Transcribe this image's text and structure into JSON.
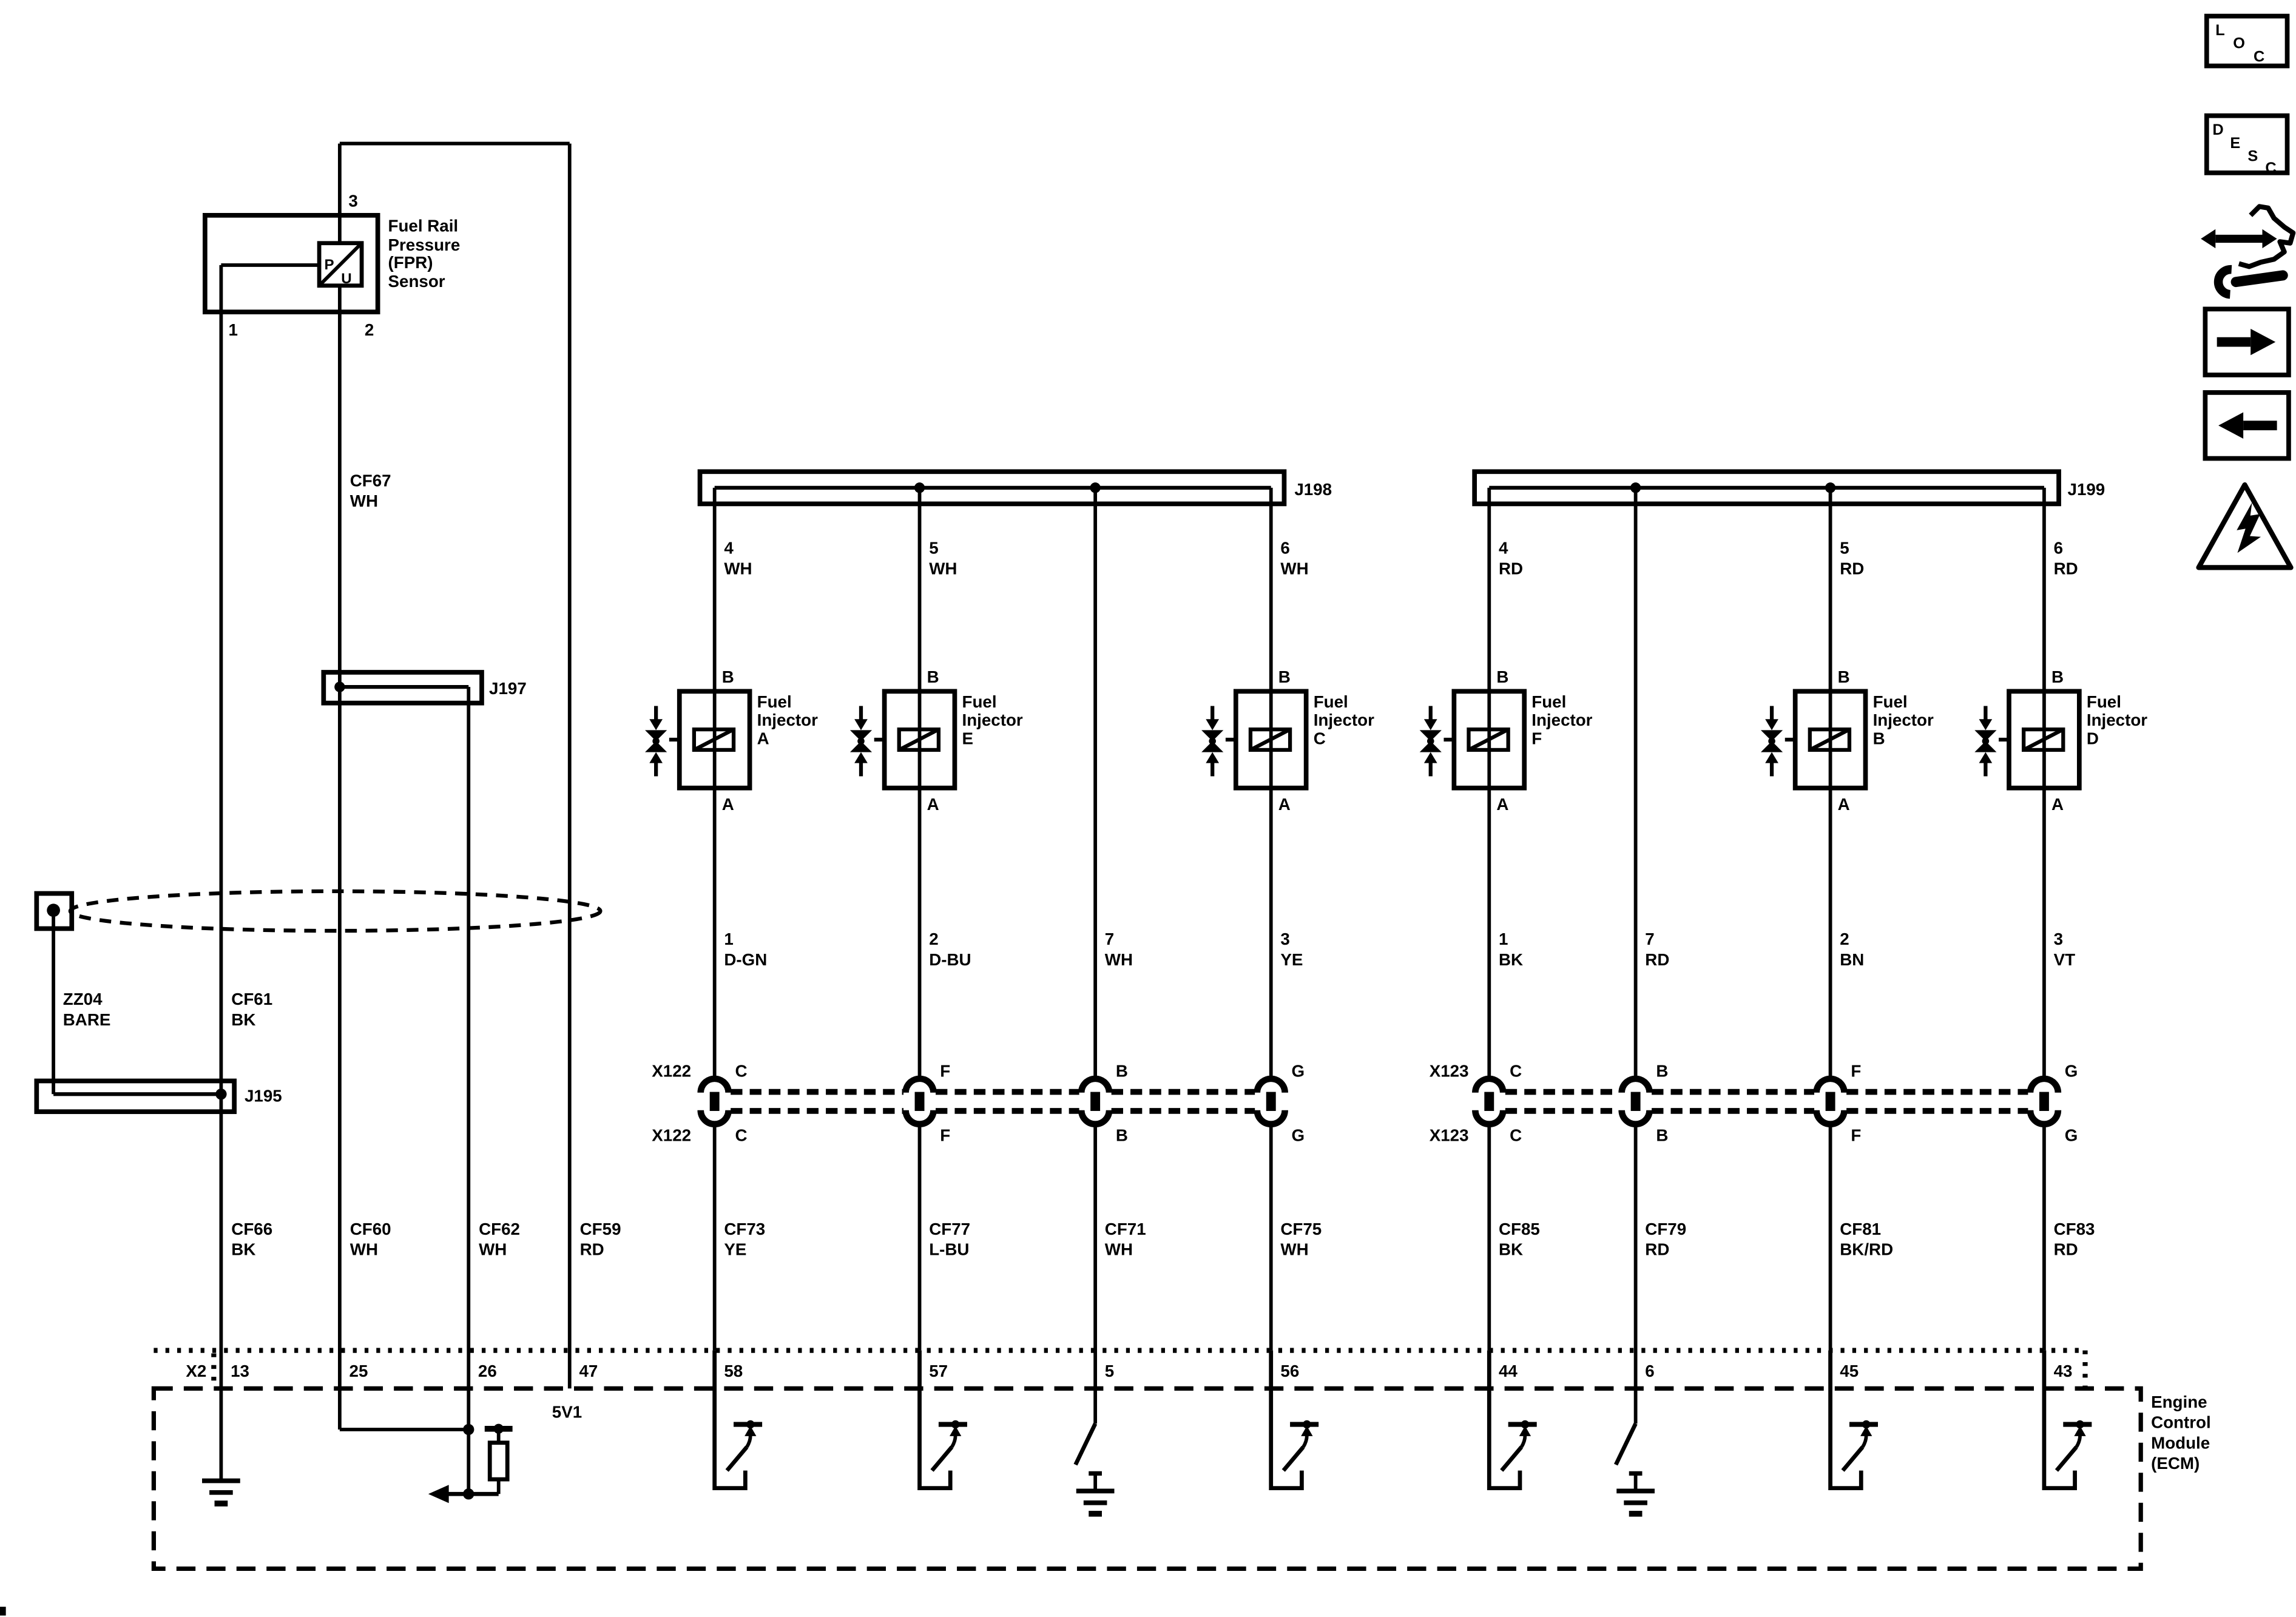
{
  "sensor": {
    "pin3": "3",
    "pin1": "1",
    "pin2": "2",
    "p": "P",
    "u": "U",
    "name": [
      "Fuel Rail",
      "Pressure",
      "(FPR)",
      "Sensor"
    ]
  },
  "splices": {
    "j197": "J197",
    "j195": "J195",
    "j198": "J198",
    "j199": "J199"
  },
  "left": {
    "cf67": [
      "CF67",
      "WH"
    ],
    "zz04": [
      "ZZ04",
      "BARE"
    ],
    "cf61": [
      "CF61",
      "BK"
    ],
    "cf66": [
      "CF66",
      "BK"
    ],
    "cf60": [
      "CF60",
      "WH"
    ],
    "cf62": [
      "CF62",
      "WH"
    ],
    "cf59": [
      "CF59",
      "RD"
    ]
  },
  "connectors": {
    "x122": "X122",
    "x123": "X123"
  },
  "columns": [
    {
      "top": [
        "4",
        "WH"
      ],
      "pin_b": "B",
      "pin_a": "A",
      "name": [
        "Fuel",
        "Injector",
        "A"
      ],
      "mid": [
        "1",
        "D-GN"
      ],
      "letter": "C",
      "low": [
        "CF73",
        "YE"
      ],
      "ecm_pin": "58"
    },
    {
      "top": [
        "5",
        "WH"
      ],
      "pin_b": "B",
      "pin_a": "A",
      "name": [
        "Fuel",
        "Injector",
        "E"
      ],
      "mid": [
        "2",
        "D-BU"
      ],
      "letter": "F",
      "low": [
        "CF77",
        "L-BU"
      ],
      "ecm_pin": "57"
    },
    {
      "mid": [
        "7",
        "WH"
      ],
      "letter": "B",
      "low": [
        "CF71",
        "WH"
      ],
      "ecm_pin": "5"
    },
    {
      "top": [
        "6",
        "WH"
      ],
      "pin_b": "B",
      "pin_a": "A",
      "name": [
        "Fuel",
        "Injector",
        "C"
      ],
      "mid": [
        "3",
        "YE"
      ],
      "letter": "G",
      "low": [
        "CF75",
        "WH"
      ],
      "ecm_pin": "56"
    },
    {
      "top": [
        "4",
        "RD"
      ],
      "pin_b": "B",
      "pin_a": "A",
      "name": [
        "Fuel",
        "Injector",
        "F"
      ],
      "mid": [
        "1",
        "BK"
      ],
      "letter": "C",
      "low": [
        "CF85",
        "BK"
      ],
      "ecm_pin": "44"
    },
    {
      "mid": [
        "7",
        "RD"
      ],
      "letter": "B",
      "low": [
        "CF79",
        "RD"
      ],
      "ecm_pin": "6"
    },
    {
      "top": [
        "5",
        "RD"
      ],
      "pin_b": "B",
      "pin_a": "A",
      "name": [
        "Fuel",
        "Injector",
        "B"
      ],
      "mid": [
        "2",
        "BN"
      ],
      "letter": "F",
      "low": [
        "CF81",
        "BK/RD"
      ],
      "ecm_pin": "45"
    },
    {
      "top": [
        "6",
        "RD"
      ],
      "pin_b": "B",
      "pin_a": "A",
      "name": [
        "Fuel",
        "Injector",
        "D"
      ],
      "mid": [
        "3",
        "VT"
      ],
      "letter": "G",
      "low": [
        "CF83",
        "RD"
      ],
      "ecm_pin": "43"
    }
  ],
  "ecm": {
    "designator": "X2",
    "pins_left": [
      "13",
      "25",
      "26",
      "47"
    ],
    "ref": "5V1",
    "name": [
      "Engine",
      "Control",
      "Module",
      "(ECM)"
    ]
  },
  "icons": {
    "loc": [
      "L",
      "O",
      "C"
    ],
    "desc": [
      "D",
      "E",
      "S",
      "C"
    ]
  }
}
